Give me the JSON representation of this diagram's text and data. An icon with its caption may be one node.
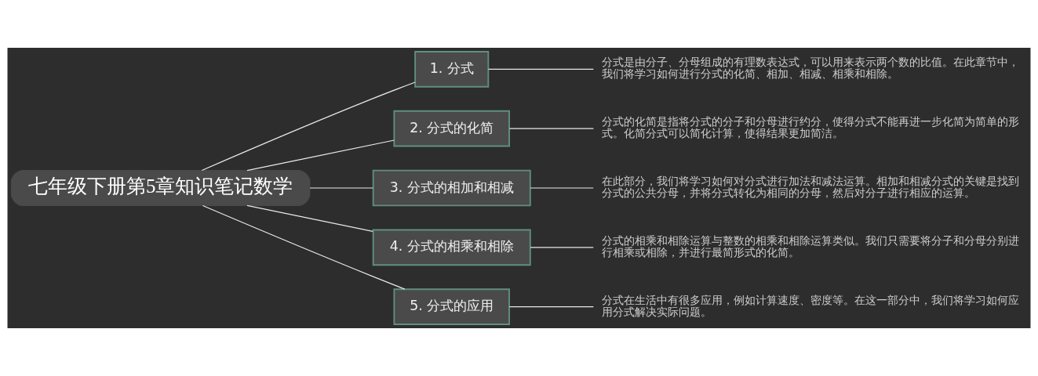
{
  "diagram": {
    "nodes": [
      {
        "text": [
          "七年级下册第5章知识笔记数学"
        ]
      },
      {
        "text": [
          "1. 分式"
        ]
      },
      {
        "text": [
          "2. 分式的化简"
        ]
      },
      {
        "text": [
          "3. 分式的相加和相减"
        ]
      },
      {
        "text": [
          "4. 分式的相乘和相除"
        ]
      },
      {
        "text": [
          "5. 分式的应用"
        ]
      },
      {
        "text": [
          "分式是由分子、分母组成的有理数表达式，可以用来表示两个数的比值。在此章节中，我们将学习如何进行分式的化简、相加、相减、相乘和相除。"
        ]
      },
      {
        "text": [
          "分式的化简是指将分式的分子和分母进行约分，使得分式不能再进一步化简为简单的形式。化简分式可以简化计算，使得结果更加简洁。"
        ]
      },
      {
        "text": [
          "在此部分，我们将学习如何对分式进行加法和减法运算。相加和相减分式的关键是找到分式的公共分母，并将分式转化为相同的分母，然后对分子进行相应的运算。"
        ]
      },
      {
        "text": [
          "分式的相乘和相除运算与整数的相乘和相除运算类似。我们只需要将分子和分母分别进行相乘或相除，并进行最简形式的化简。"
        ]
      },
      {
        "text": [
          "分式在生活中有很多应用，例如计算速度、密度等。在这一部分中，我们将学习如何应用分式解决实际问题。"
        ]
      }
    ],
    "edges": [
      {
        "from": 0,
        "to": 1,
        "arrow": "none"
      },
      {
        "from": 0,
        "to": 2,
        "arrow": "none"
      },
      {
        "from": 0,
        "to": 3,
        "arrow": "none"
      },
      {
        "from": 0,
        "to": 4,
        "arrow": "none"
      },
      {
        "from": 0,
        "to": 5,
        "arrow": "none"
      },
      {
        "from": 1,
        "to": 6,
        "arrow": "none"
      },
      {
        "from": 2,
        "to": 7,
        "arrow": "none"
      },
      {
        "from": 3,
        "to": 8,
        "arrow": "none"
      },
      {
        "from": 4,
        "to": 9,
        "arrow": "none"
      },
      {
        "from": 5,
        "to": 10,
        "arrow": "none"
      }
    ]
  }
}
